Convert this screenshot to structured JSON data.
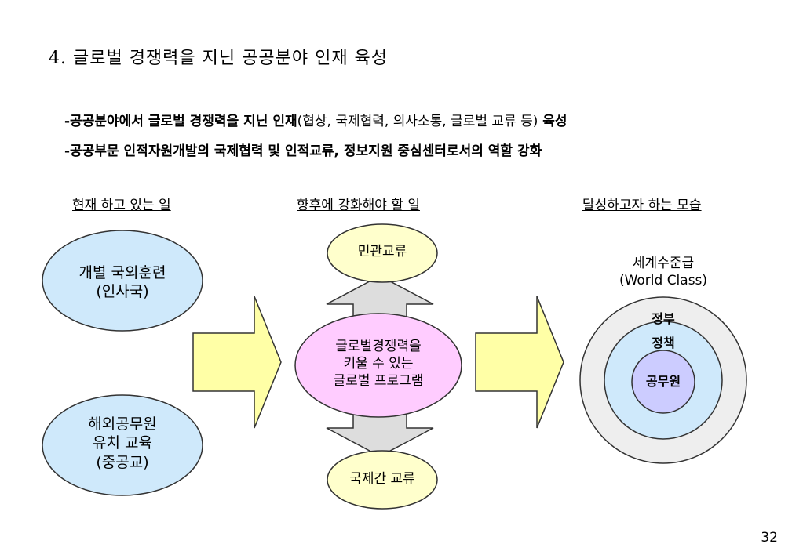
{
  "title": "4. 글로벌 경쟁력을 지닌 공공분야 인재 육성",
  "bullets": [
    {
      "lead": "-공공분야에서 글로벌 경쟁력을 지닌 인재",
      "paren": "(협상, 국제협력, 의사소통, 글로벌 교류 등)",
      "tail": " 육성"
    },
    {
      "text": "-공공부문 인적자원개발의 국제협력 및 인적교류, 정보지원 중심센터로서의 역할 강화"
    }
  ],
  "columns": {
    "current": "현재 하고 있는 일",
    "future": "향후에 강화해야 할 일",
    "goal": "달성하고자 하는 모습"
  },
  "current_items": [
    {
      "line1": "개별 국외훈련",
      "line2": "(인사국)"
    },
    {
      "line1": "해외공무원",
      "line2": "유치 교육",
      "line3": "(중공교)"
    }
  ],
  "future": {
    "top": "민관교류",
    "center": {
      "line1": "글로벌경쟁력을",
      "line2": "키울 수 있는",
      "line3": "글로벌 프로그램"
    },
    "bottom": "국제간 교류"
  },
  "goal": {
    "line1": "세계수준급",
    "line2": "(World Class)",
    "rings": {
      "outer": "정부",
      "middle": "정책",
      "inner": "공무원"
    }
  },
  "colors": {
    "blue_fill": "#cfe9fb",
    "yellow_fill": "#ffffa6",
    "cream_fill": "#ffffcc",
    "pink_fill": "#ffccff",
    "gray_fill": "#dddddd",
    "purple_fill": "#ccccff"
  },
  "page_number": "32"
}
